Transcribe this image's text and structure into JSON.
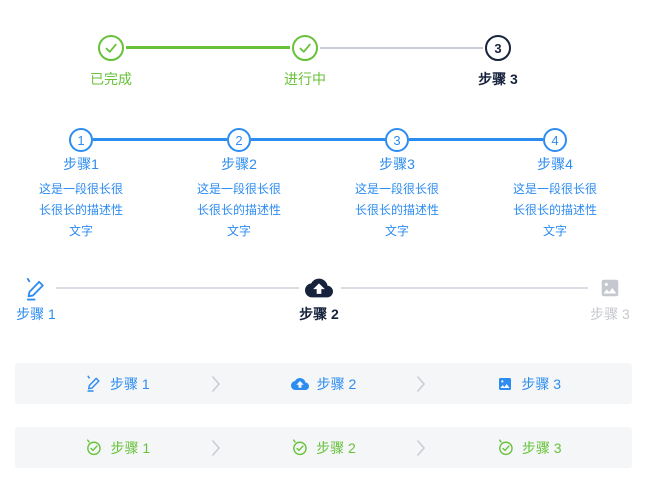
{
  "colors": {
    "green": "#67c23a",
    "blue": "#2d8cf0",
    "dark": "#17233d",
    "gray": "#c5c8ce",
    "line-gray": "#c9ced6",
    "line-light": "#dadde3",
    "bar-bg": "#f5f6f8",
    "chevron": "#c9ccd3"
  },
  "steps_status": {
    "items": [
      {
        "title": "已完成"
      },
      {
        "title": "进行中"
      },
      {
        "title": "步骤 3",
        "marker": "3"
      }
    ]
  },
  "steps_desc": {
    "items": [
      {
        "number": "1",
        "title": "步骤1",
        "desc": "这是一段很长很\n长很长的描述性\n文字"
      },
      {
        "number": "2",
        "title": "步骤2",
        "desc": "这是一段很长很\n长很长的描述性\n文字"
      },
      {
        "number": "3",
        "title": "步骤3",
        "desc": "这是一段很长很\n长很长的描述性\n文字"
      },
      {
        "number": "4",
        "title": "步骤4",
        "desc": "这是一段很长很\n长很长的描述性\n文字"
      }
    ]
  },
  "steps_icon": {
    "items": [
      {
        "title": "步骤 1",
        "icon": "edit-icon"
      },
      {
        "title": "步骤 2",
        "icon": "cloud-upload-icon"
      },
      {
        "title": "步骤 3",
        "icon": "image-icon"
      }
    ]
  },
  "bar_steps_blue": {
    "items": [
      {
        "label": "步骤 1",
        "icon": "edit-icon"
      },
      {
        "label": "步骤 2",
        "icon": "cloud-upload-icon"
      },
      {
        "label": "步骤 3",
        "icon": "image-icon"
      }
    ]
  },
  "bar_steps_green": {
    "items": [
      {
        "label": "步骤 1",
        "icon": "check-circle-icon"
      },
      {
        "label": "步骤 2",
        "icon": "check-circle-icon"
      },
      {
        "label": "步骤 3",
        "icon": "check-circle-icon"
      }
    ]
  }
}
